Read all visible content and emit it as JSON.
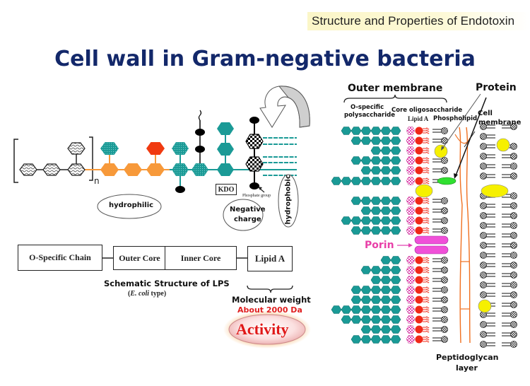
{
  "header": {
    "badge_text": "Structure and Properties of Endotoxin",
    "title": "Cell wall in Gram-negative bacteria"
  },
  "lps_molecule": {
    "repeat_subscript": "n",
    "labels": {
      "kdo": "KDO",
      "phosphate_group": "Phosphate group",
      "hydrophilic": "hydrophilic",
      "negative_charge_line1": "Negative",
      "negative_charge_line2": "charge",
      "hydrophobic": "hydrophobic"
    }
  },
  "schematic": {
    "boxes": [
      "O-Specific Chain",
      "Outer Core",
      "Inner Core",
      "Lipid A"
    ],
    "caption": "Schematic Structure of LPS",
    "subcaption_italic": "E. coli",
    "subcaption_rest": " type)",
    "subcaption_open": "("
  },
  "lipid_a_info": {
    "mw_label": "Molecular weight",
    "mw_value": "About 2000 Da",
    "activity_label": "Activity"
  },
  "membrane": {
    "outer_membrane": "Outer membrane",
    "o_specific_line1": "O-specific",
    "o_specific_line2": "polysaccharide",
    "core_oligo": "Core oligosaccharide",
    "lipid_a": "Lipid A",
    "phospholipid": "Phospholipid",
    "protein": "Protein",
    "cell_membrane_line1": "Cell",
    "cell_membrane_line2": "membrane",
    "porin": "Porin",
    "peptidoglycan_line1": "Peptidoglycan",
    "peptidoglycan_line2": "layer"
  },
  "colors": {
    "title": "#13286a",
    "teal": "#1a9a96",
    "orange": "#f7993a",
    "red": "#f03a10",
    "membrane_red": "#f02818",
    "porin": "#f050d8",
    "porin_text": "#e840a8",
    "protein_yellow": "#f6f000",
    "protein_green": "#30e030",
    "peptidoglycan": "#f07020",
    "mw_value": "#e02020",
    "activity": "#e01818"
  }
}
